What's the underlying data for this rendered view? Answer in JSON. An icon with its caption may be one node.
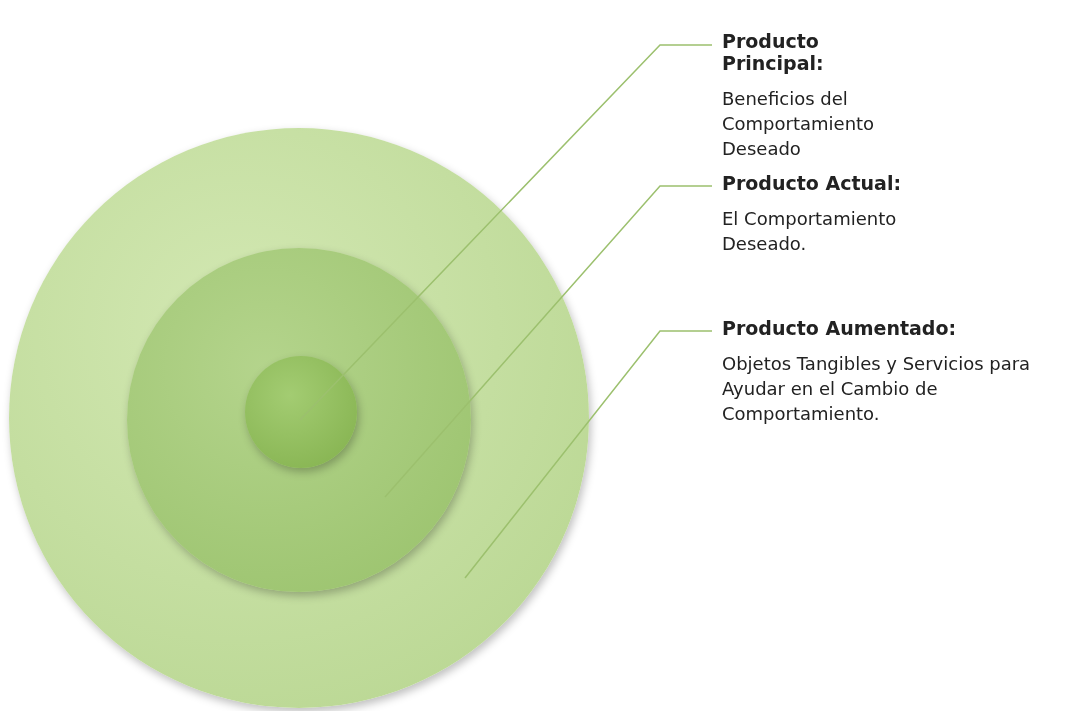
{
  "diagram": {
    "nodes": [
      {
        "text": [],
        "shape": "circle"
      },
      {
        "text": [],
        "shape": "circle",
        "in": 0
      },
      {
        "text": [],
        "shape": "circle",
        "in": 1
      },
      {
        "text": [
          "Producto Principal:",
          "Beneficios del Comportamiento Deseado"
        ]
      },
      {
        "text": [
          "Producto Actual:",
          "El Comportamiento Deseado."
        ]
      },
      {
        "text": [
          "Producto Aumentado:",
          "Objetos Tangibles y Servicios para Ayudar en el Cambio de Comportamiento."
        ]
      }
    ],
    "edges": [
      {
        "from": 3,
        "to": 2,
        "arrow": "none"
      },
      {
        "from": 4,
        "to": 1,
        "arrow": "none"
      },
      {
        "from": 5,
        "to": 0,
        "arrow": "none"
      }
    ]
  }
}
